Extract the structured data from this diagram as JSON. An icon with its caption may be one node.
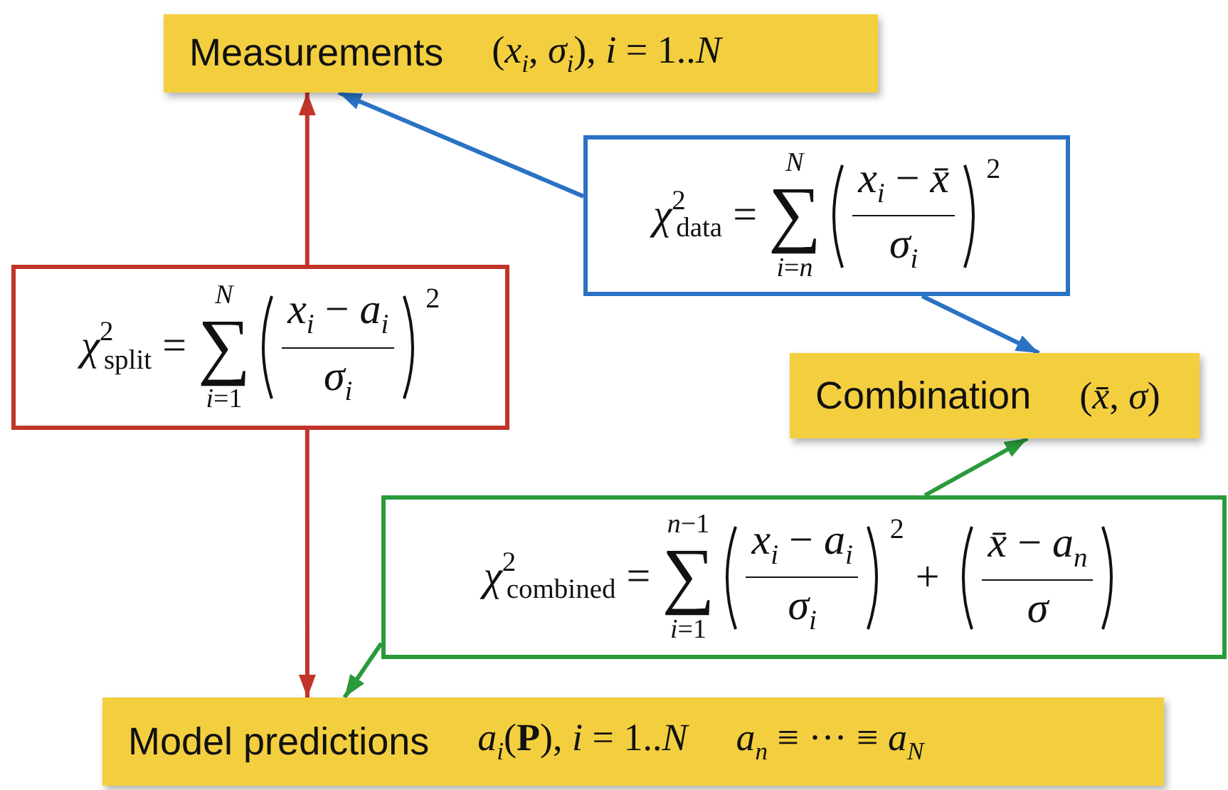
{
  "diagram": {
    "nodes": [
      {
        "text": [
          "Measurements",
          "(*x*$_{i}$, *σ*$_{i}$), *i* = 1..*N*"
        ]
      },
      {
        "text": [
          "*χ*$^{2}$$_{data}$ =",
          "*N*",
          "∑",
          "*i*=*n*",
          "*x*$_{i}$ − *x̄*",
          "*σ*$_{i}$",
          "2"
        ]
      },
      {
        "text": [
          "Combination",
          "(*x̄*, *σ*)"
        ]
      },
      {
        "text": [
          "*χ*$^{2}$$_{split}$ =",
          "*N*",
          "∑",
          "*i*=1",
          "*x*$_{i}$ − *a*$_{i}$",
          "*σ*$_{i}$",
          "2"
        ]
      },
      {
        "text": [
          "*χ*$^{2}$$_{combined}$ =",
          "*n*−1",
          "∑",
          "*i*=1",
          "*x*$_{i}$ − *a*$_{i}$",
          "*σ*$_{i}$",
          "2",
          "+",
          "*x̄* − *a*$_{n}$",
          "*σ*"
        ]
      },
      {
        "text": [
          "Model predictions",
          "*a*$_{i}$(**P**), *i* = 1..*N*",
          "*a*$_{n}$ ≡ ··· ≡ *a*$_{N}$"
        ]
      }
    ],
    "edges": [
      {
        "from": 3,
        "to": 0,
        "arrow": "to",
        "color": "#c2342a"
      },
      {
        "from": 3,
        "to": 5,
        "arrow": "to",
        "color": "#c2342a"
      },
      {
        "from": 1,
        "to": 0,
        "arrow": "to",
        "color": "#2a72c4"
      },
      {
        "from": 1,
        "to": 2,
        "arrow": "to",
        "color": "#2a72c4"
      },
      {
        "from": 4,
        "to": 2,
        "arrow": "to",
        "color": "#2a9a3a"
      },
      {
        "from": 4,
        "to": 5,
        "arrow": "to",
        "color": "#2a9a3a"
      }
    ]
  }
}
